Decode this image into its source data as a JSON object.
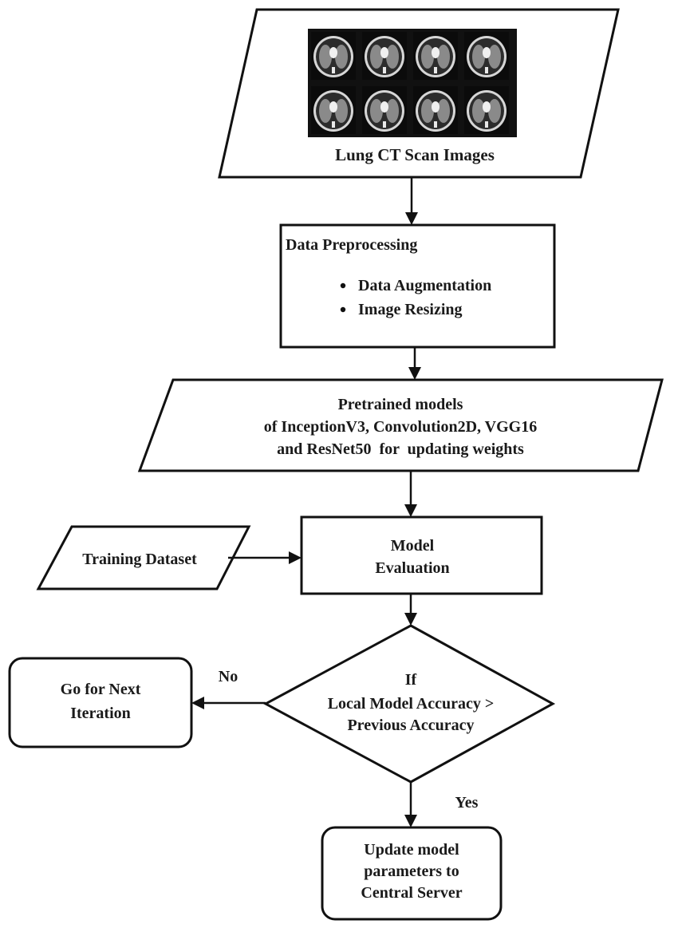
{
  "nodes": {
    "input_images": {
      "caption": "Lung CT Scan Images",
      "thumbnail_icon": "lung-ct-scan-thumbnail"
    },
    "preprocessing": {
      "title": "Data Preprocessing",
      "items": [
        "Data Augmentation",
        "Image Resizing"
      ]
    },
    "pretrained": {
      "lines": [
        "Pretrained models",
        "of InceptionV3, Convolution2D, VGG16",
        "and ResNet50  for  updating weights"
      ]
    },
    "training_dataset": {
      "label": "Training Dataset"
    },
    "evaluation": {
      "lines": [
        "Model",
        "Evaluation"
      ]
    },
    "decision": {
      "lines": [
        "If",
        "Local Model Accuracy >",
        "Previous Accuracy"
      ]
    },
    "next_iteration": {
      "lines": [
        "Go for Next",
        "Iteration"
      ]
    },
    "update": {
      "lines": [
        "Update model",
        "parameters to",
        "Central Server"
      ]
    }
  },
  "edges": {
    "no_label": "No",
    "yes_label": "Yes"
  }
}
